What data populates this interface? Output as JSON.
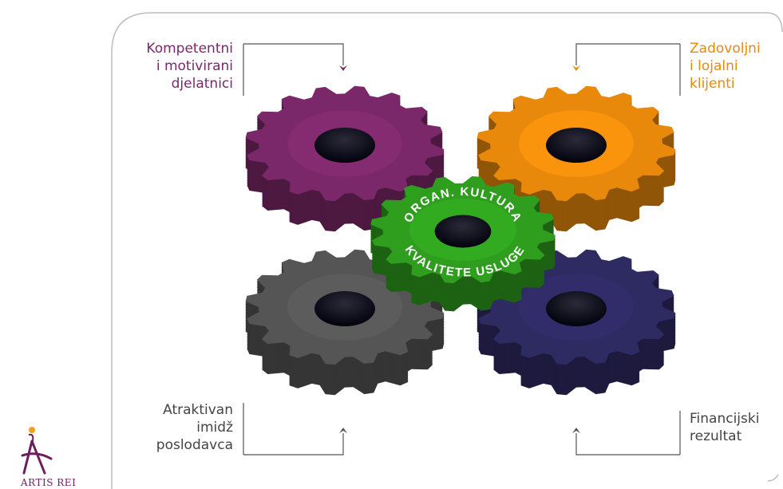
{
  "labels": {
    "top_left": [
      "Kompetentni",
      "i motivirani",
      "djelatnici"
    ],
    "top_right": [
      "Zadovoljni",
      "i lojalni",
      "klijenti"
    ],
    "bottom_left": [
      "Atraktivan",
      "imidž",
      "poslodavca"
    ],
    "bottom_right": [
      "Financijski",
      "rezultat"
    ]
  },
  "center_gear": {
    "text_top": "ORGAN. KULTURA",
    "text_bottom": "KVALITETE USLUGE"
  },
  "logo": {
    "text": "ARTIS REI"
  },
  "colors": {
    "purple": "#7a2869",
    "orange": "#e8890c",
    "gray": "#555555",
    "navy": "#2e2a62",
    "green": "#2f9e1f",
    "frame": "#bdbdbd"
  },
  "icons": {
    "arrow_down": "chevron-down-icon",
    "arrow_up": "chevron-up-icon"
  }
}
